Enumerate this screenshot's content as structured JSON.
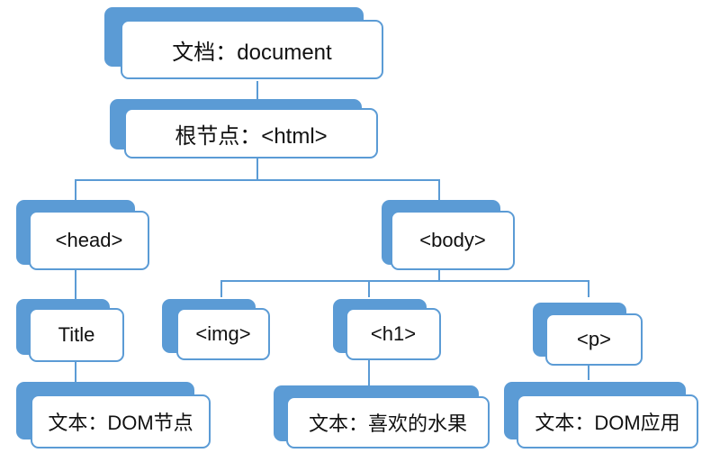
{
  "diagram": {
    "nodes": {
      "document": "文档：document",
      "html": "根节点：<html>",
      "head": "<head>",
      "body": "<body>",
      "title": "Title",
      "img": "<img>",
      "h1": "<h1>",
      "p": "<p>",
      "text_dom_node": "文本：DOM节点",
      "text_fruit": "文本：喜欢的水果",
      "text_dom_app": "文本：DOM应用"
    },
    "edges": [
      [
        "document",
        "html"
      ],
      [
        "html",
        "head"
      ],
      [
        "html",
        "body"
      ],
      [
        "head",
        "title"
      ],
      [
        "title",
        "text_dom_node"
      ],
      [
        "body",
        "img"
      ],
      [
        "body",
        "h1"
      ],
      [
        "body",
        "p"
      ],
      [
        "h1",
        "text_fruit"
      ],
      [
        "p",
        "text_dom_app"
      ]
    ]
  },
  "colors": {
    "accent": "#5b9bd5",
    "face": "#ffffff",
    "text": "#111111"
  }
}
